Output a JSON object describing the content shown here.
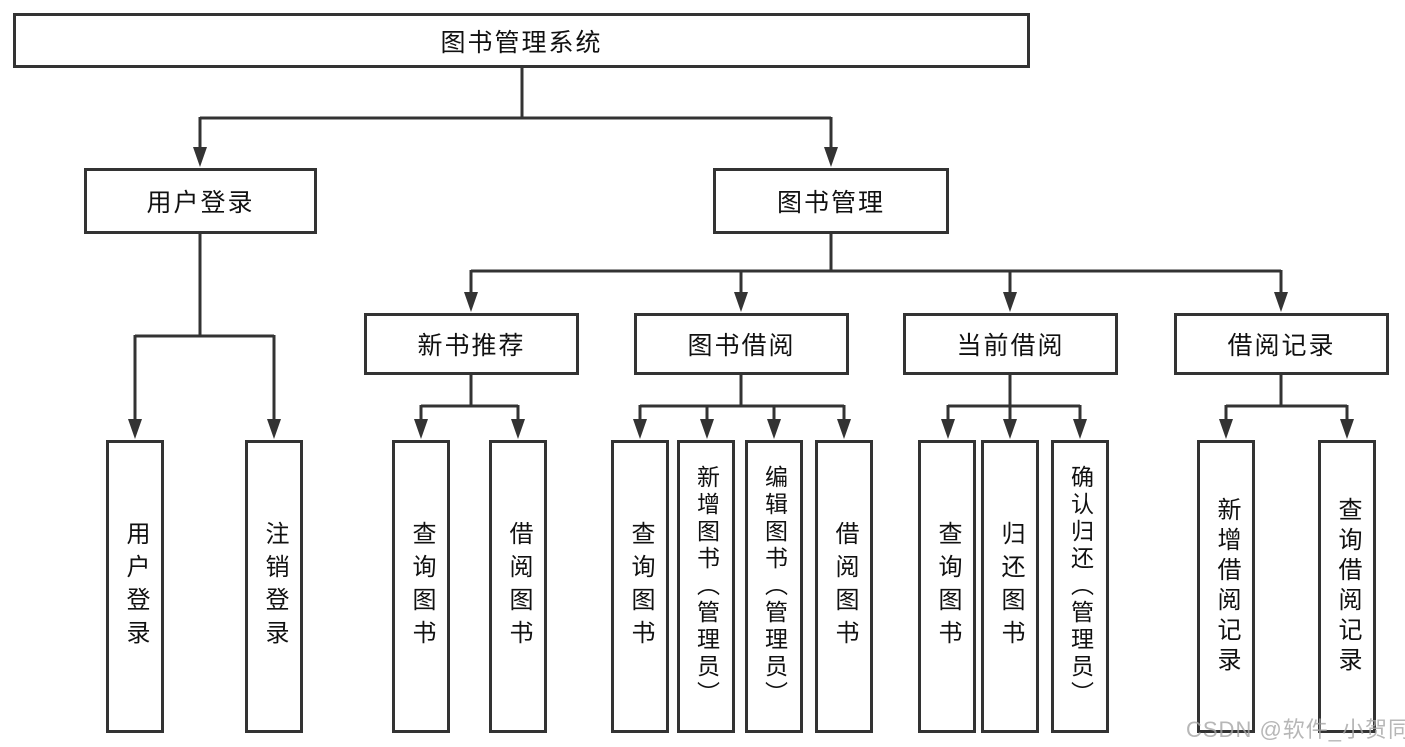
{
  "chart": {
    "root": {
      "label": "图书管理系统"
    },
    "branches": [
      {
        "label": "用户登录",
        "children": [
          {
            "label": "用户登录"
          },
          {
            "label": "注销登录"
          }
        ]
      },
      {
        "label": "图书管理",
        "children": [
          {
            "label": "新书推荐",
            "children": [
              {
                "label": "查询图书"
              },
              {
                "label": "借阅图书"
              }
            ]
          },
          {
            "label": "图书借阅",
            "children": [
              {
                "label": "查询图书"
              },
              {
                "label": "新增图书（管理员）"
              },
              {
                "label": "编辑图书（管理员）"
              },
              {
                "label": "借阅图书"
              }
            ]
          },
          {
            "label": "当前借阅",
            "children": [
              {
                "label": "查询图书"
              },
              {
                "label": "归还图书"
              },
              {
                "label": "确认归还（管理员）"
              }
            ]
          },
          {
            "label": "借阅记录",
            "children": [
              {
                "label": "新增借阅记录"
              },
              {
                "label": "查询借阅记录"
              }
            ]
          }
        ]
      }
    ]
  },
  "watermark": {
    "text": "CSDN @软件_小贺同学"
  },
  "colors": {
    "line": "#333333",
    "box_border": "#333333",
    "text": "#111111",
    "watermark": "#a6a6a6",
    "background": "#ffffff"
  }
}
